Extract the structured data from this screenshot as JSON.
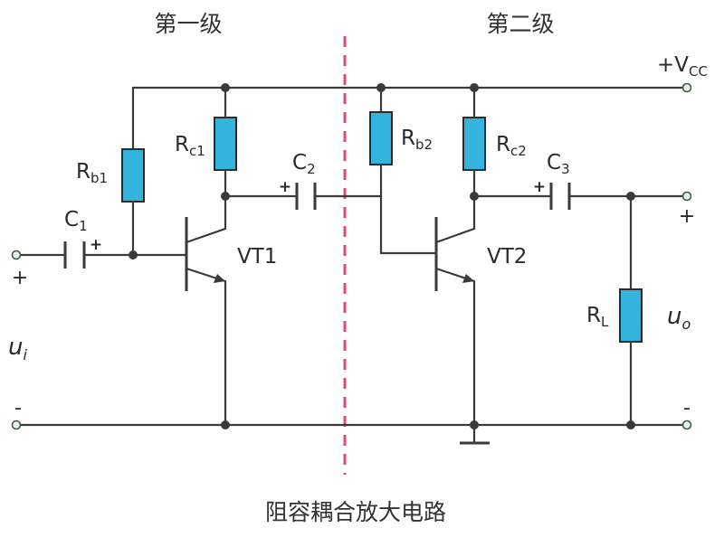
{
  "stage1_title": "第一级",
  "stage2_title": "第二级",
  "caption": "阻容耦合放大电路",
  "vcc": {
    "main": "+V",
    "sub": "CC"
  },
  "components": {
    "rb1": {
      "main": "R",
      "sub": "b1"
    },
    "rc1": {
      "main": "R",
      "sub": "c1"
    },
    "rb2": {
      "main": "R",
      "sub": "b2"
    },
    "rc2": {
      "main": "R",
      "sub": "c2"
    },
    "rl": {
      "main": "R",
      "sub": "L"
    },
    "c1": {
      "main": "C",
      "sub": "1"
    },
    "c2": {
      "main": "C",
      "sub": "2"
    },
    "c3": {
      "main": "C",
      "sub": "3"
    },
    "vt1": "VT1",
    "vt2": "VT2"
  },
  "input": {
    "var": "u",
    "sub": "i",
    "plus": "+",
    "minus": "-"
  },
  "output": {
    "var": "u",
    "sub": "o",
    "plus": "+",
    "minus": "-"
  },
  "polarity_mark": "+",
  "colors": {
    "resistor": "#34b4dc",
    "separator": "#e0487a",
    "terminal": "#e7f3ea",
    "wire": "#3a3a3a"
  }
}
